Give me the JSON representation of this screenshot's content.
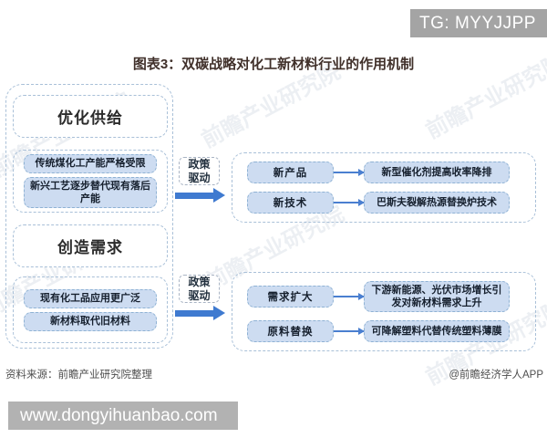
{
  "title": "图表3：双碳战略对化工新材料行业的作用机制",
  "overlays": {
    "tg_badge": "TG: MYYJJPP",
    "site_badge": "www.dongyihuanbao.com"
  },
  "watermark": {
    "text": "前瞻产业研究院"
  },
  "left_panel": {
    "sections": [
      {
        "heading": "优化供给",
        "items": [
          "传统煤化工产能严格受限",
          "新兴工艺逐步替代现有落后产能"
        ]
      },
      {
        "heading": "创造需求",
        "items": [
          "现有化工品应用更广泛",
          "新材料取代旧材料"
        ]
      }
    ]
  },
  "connectors": [
    {
      "label": "政策驱动"
    },
    {
      "label": "政策驱动"
    }
  ],
  "right_groups": [
    {
      "rows": [
        {
          "tag": "新产品",
          "desc": "新型催化剂提高收率降排"
        },
        {
          "tag": "新技术",
          "desc": "巴斯夫裂解热源替换炉技术"
        }
      ]
    },
    {
      "rows": [
        {
          "tag": "需求扩大",
          "desc": "下游新能源、光伏市场增长引发对新材料需求上升"
        },
        {
          "tag": "原料替换",
          "desc": "可降解塑料代替传统塑料薄膜"
        }
      ]
    }
  ],
  "footer": {
    "source": "资料来源：前瞻产业研究院整理",
    "credit": "@前瞻经济学人APP"
  },
  "colors": {
    "arrow_blue": "#3f7ad0",
    "box_fill": "#cddcf1",
    "dashed_border": "#8fb2d4",
    "panel_border": "#a9c0d8",
    "tg_badge_bg": "#a4a4a4",
    "url_badge_bg": "#b2b2b2",
    "title_color": "#40302a"
  }
}
